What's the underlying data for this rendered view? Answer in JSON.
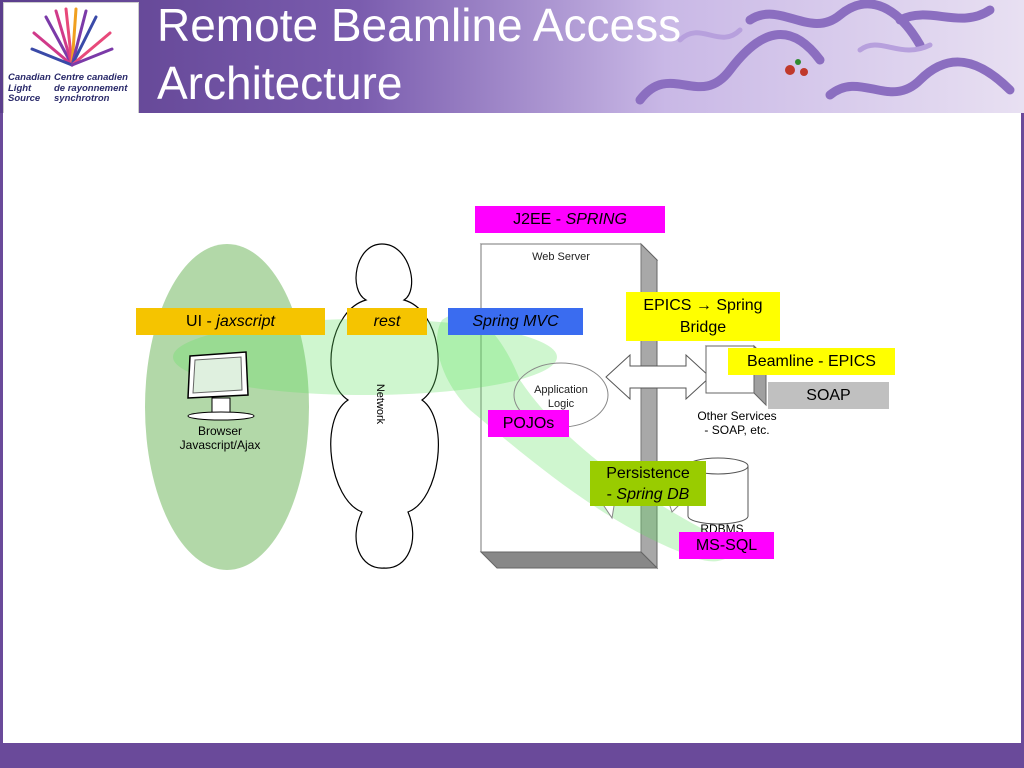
{
  "header": {
    "title": "Remote Beamline Access\nArchitecture",
    "logo_en": "Canadian\nLight\nSource",
    "logo_fr": "Centre canadien\nde rayonnement\nsynchrotron"
  },
  "diagram": {
    "browser_label": "Browser\nJavascript/Ajax",
    "network_label": "Network",
    "web_server_label": "Web Server",
    "app_logic_label": "Application\nLogic",
    "other_services_label": "Other Services\n- SOAP, etc.",
    "rdbms_label": "RDBMS",
    "j2ee": {
      "prefix": "J2EE - ",
      "emph": "SPRING"
    },
    "ui": {
      "prefix": "UI - ",
      "emph": "jaxscript"
    },
    "rest": "rest",
    "spring_mvc": "Spring MVC",
    "epics_bridge": {
      "line1a": "EPICS ",
      "arrow": "→",
      "line1b": " Spring",
      "line2": "Bridge"
    },
    "beamline_epics": "Beamline - EPICS",
    "soap": "SOAP",
    "pojos": "POJOs",
    "persistence": {
      "line1": "Persistence",
      "line2a": "- ",
      "line2b": "Spring DB"
    },
    "ms_sql": "MS-SQL"
  },
  "colors": {
    "purple": "#6a4a9a",
    "yellow_orange": "#f5c400",
    "yellow": "#ffff00",
    "magenta": "#ff00ff",
    "blue": "#3a6cf0",
    "green_tag": "#99cc00",
    "gray_tag": "#c0c0c0",
    "pale_green": "#b2d8a8"
  }
}
